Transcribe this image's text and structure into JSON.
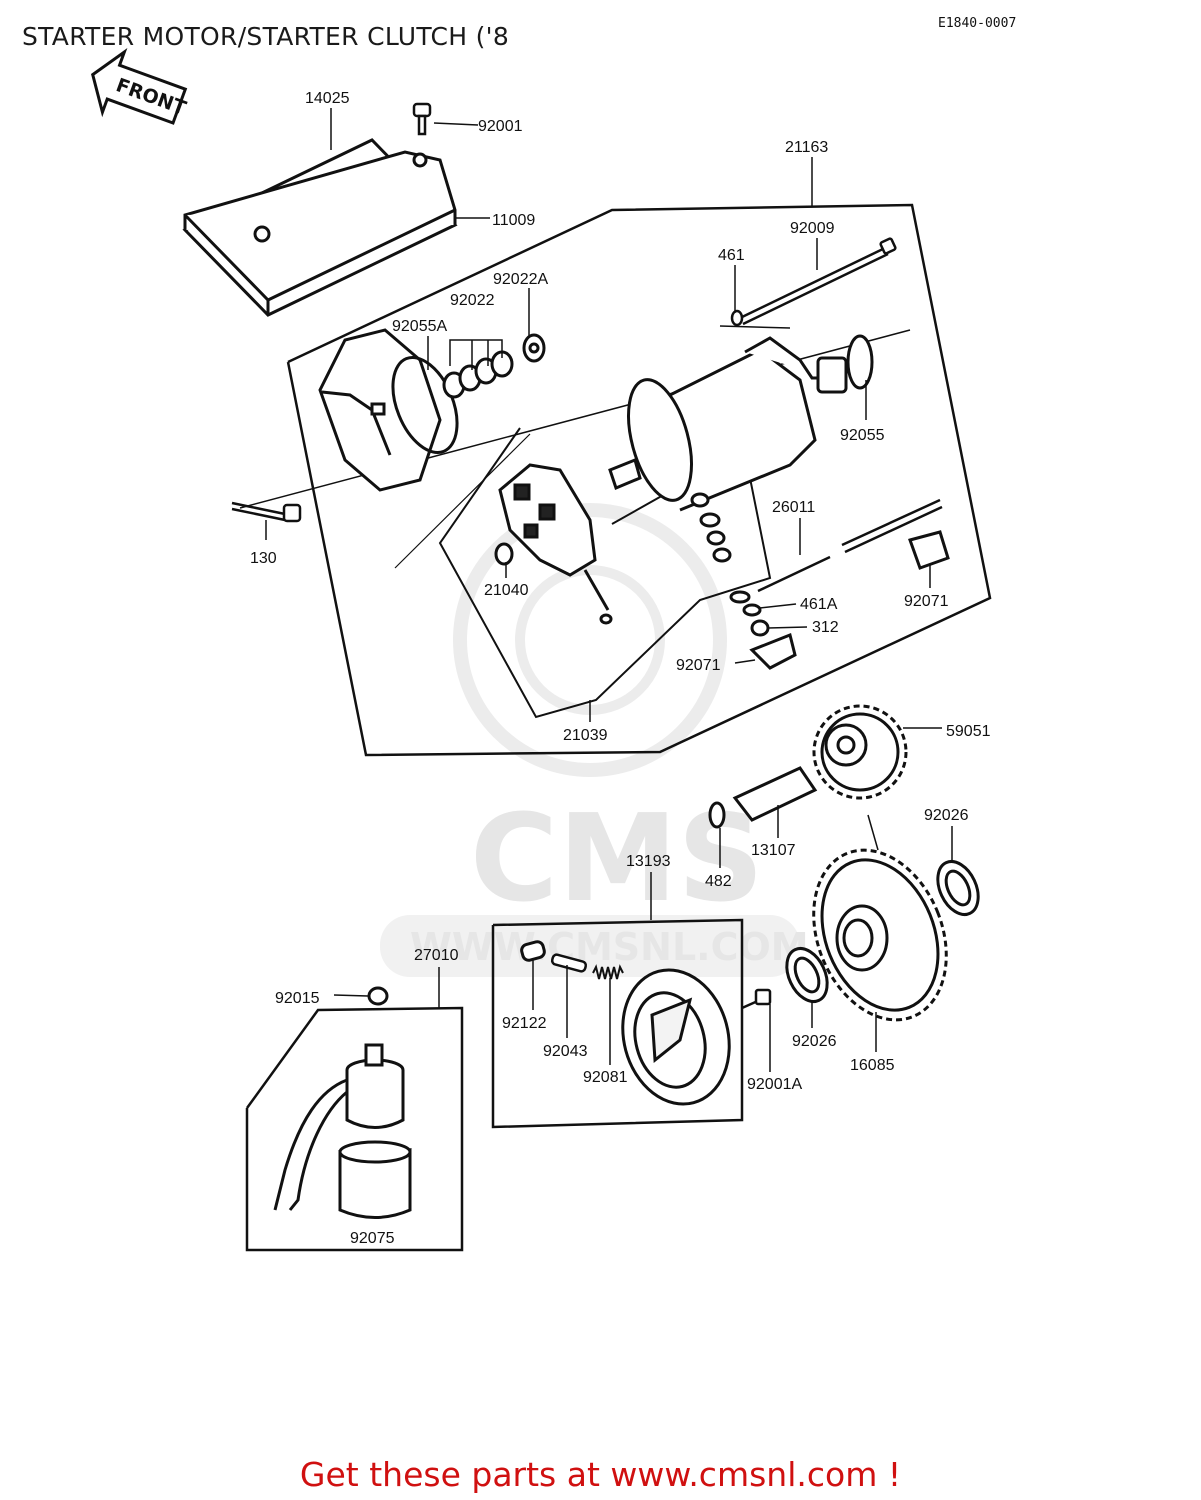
{
  "header": {
    "title": "STARTER MOTOR/STARTER CLUTCH ('8",
    "diagram_code": "E1840-0007"
  },
  "orientation": {
    "label": "FRONT"
  },
  "watermark": {
    "logo_text": "CMS",
    "url_text": "WWW.CMSNL.COM"
  },
  "parts": [
    {
      "number": "14025"
    },
    {
      "number": "92001"
    },
    {
      "number": "21163"
    },
    {
      "number": "11009"
    },
    {
      "number": "92009"
    },
    {
      "number": "461"
    },
    {
      "number": "92022A"
    },
    {
      "number": "92022"
    },
    {
      "number": "92055A"
    },
    {
      "number": "92055"
    },
    {
      "number": "130"
    },
    {
      "number": "26011"
    },
    {
      "number": "21040"
    },
    {
      "number": "92071"
    },
    {
      "number": "461A"
    },
    {
      "number": "312"
    },
    {
      "number": "92071"
    },
    {
      "number": "21039"
    },
    {
      "number": "59051"
    },
    {
      "number": "92026"
    },
    {
      "number": "13107"
    },
    {
      "number": "482"
    },
    {
      "number": "13193"
    },
    {
      "number": "27010"
    },
    {
      "number": "92015"
    },
    {
      "number": "92122"
    },
    {
      "number": "92043"
    },
    {
      "number": "92081"
    },
    {
      "number": "92001A"
    },
    {
      "number": "92026"
    },
    {
      "number": "16085"
    },
    {
      "number": "92075"
    }
  ],
  "footer": {
    "promo": "Get these parts at www.cmsnl.com !"
  },
  "colors": {
    "line": "#111111",
    "promo": "#d01010",
    "watermark": "#e6e6e6"
  }
}
